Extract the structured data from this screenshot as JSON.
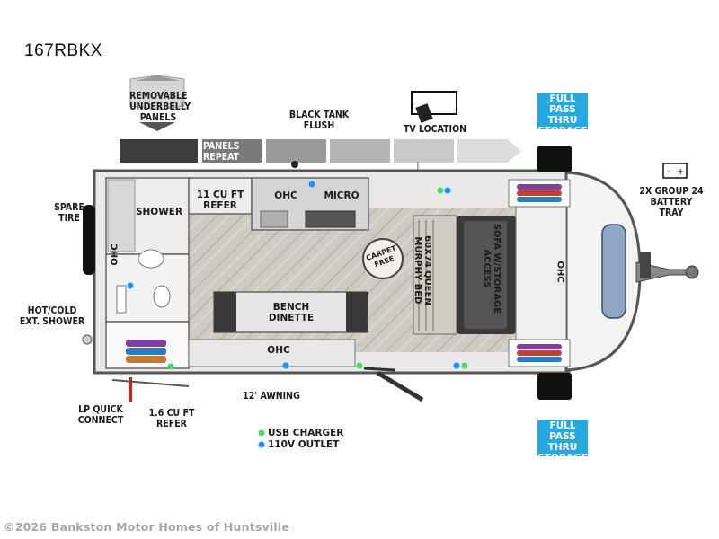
{
  "model": "167RBKX",
  "colors": {
    "usb": "#4cd964",
    "outlet": "#1e90ff",
    "accent": "#29a8e0",
    "floor": "#cfcac3"
  },
  "labels": {
    "removable_panels": "REMOVABLE\nUNDERBELLY\nPANELS",
    "panels_repeat": "PANELS\nREPEAT",
    "black_tank": "BLACK TANK\nFLUSH",
    "tv_location": "TV LOCATION",
    "full_pass_top": "FULL PASS\nTHRU\nSTORAGE",
    "full_pass_bottom": "FULL PASS\nTHRU\nSTORAGE",
    "battery": "2X GROUP 24\nBATTERY\nTRAY",
    "spare_tire": "SPARE\nTIRE",
    "hot_cold": "HOT/COLD\nEXT. SHOWER",
    "lp_quick": "LP QUICK\nCONNECT",
    "refer_small": "1.6 CU FT\nREFER",
    "awning": "12' AWNING"
  },
  "rooms": {
    "shower": "SHOWER",
    "refer": "11 CU FT\nREFER",
    "ohc_kitchen": "OHC",
    "micro": "MICRO",
    "ohc_bath": "OHC",
    "bench": "BENCH\nDINETTE",
    "ohc_dinette": "OHC",
    "murphy": "60X74 QUEEN\nMURPHY BED",
    "sofa": "SOFA W/STORAGE\nACCESS",
    "ohc_front": "OHC",
    "carpet": "CARPET\nFREE"
  },
  "legend": {
    "usb": "USB CHARGER",
    "outlet": "110V OUTLET"
  },
  "watermark": "©2026 Bankston Motor Homes of Huntsville"
}
